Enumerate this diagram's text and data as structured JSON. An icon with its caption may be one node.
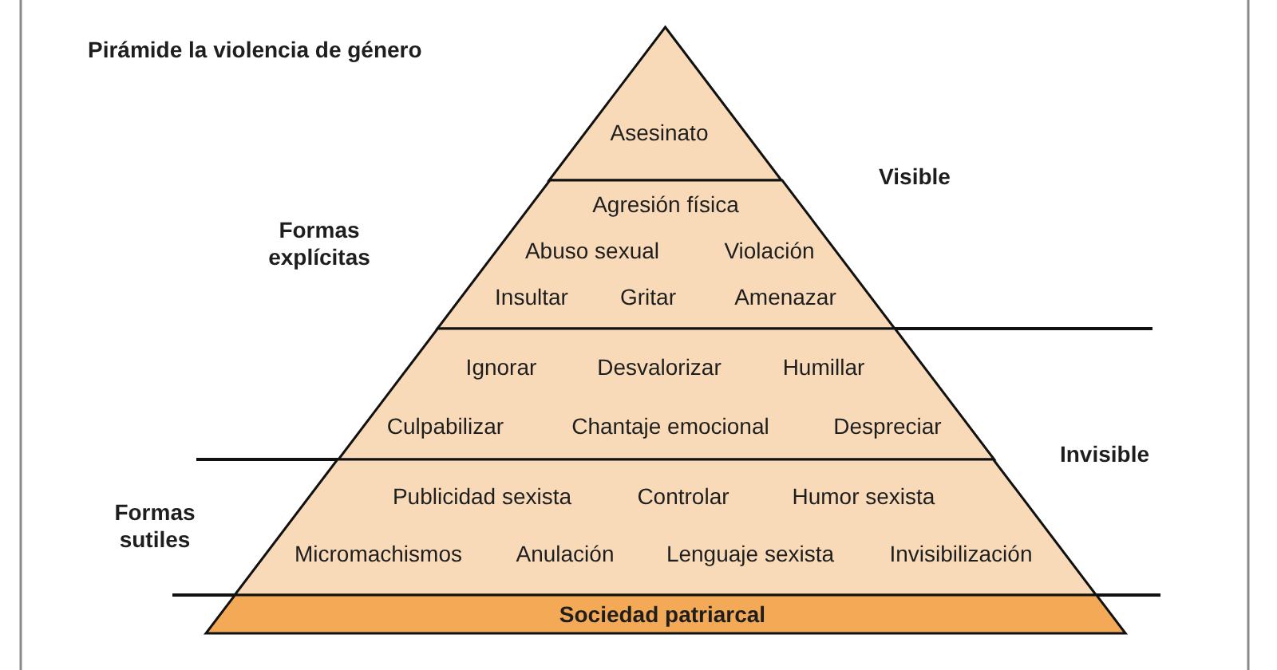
{
  "diagram": {
    "title": "Pirámide la violencia de género",
    "nodes": [
      {
        "text": [
          "Asesinato"
        ]
      },
      {
        "text": [
          "Agresión física",
          "Abuso sexual",
          "Violación",
          "Insultar",
          "Gritar",
          "Amenazar"
        ]
      },
      {
        "text": [
          "Ignorar",
          "Desvalorizar",
          "Humillar",
          "Culpabilizar",
          "Chantaje emocional",
          "Despreciar"
        ]
      },
      {
        "text": [
          "Publicidad sexista",
          "Controlar",
          "Humor sexista",
          "Micromachismos",
          "Anulación",
          "Lenguaje sexista",
          "Invisibilización"
        ]
      },
      {
        "text": [
          "Sociedad patriarcal"
        ]
      }
    ],
    "labels": [
      "Visible",
      "Formas explícitas",
      "Invisible",
      "Formas sutiles"
    ]
  }
}
